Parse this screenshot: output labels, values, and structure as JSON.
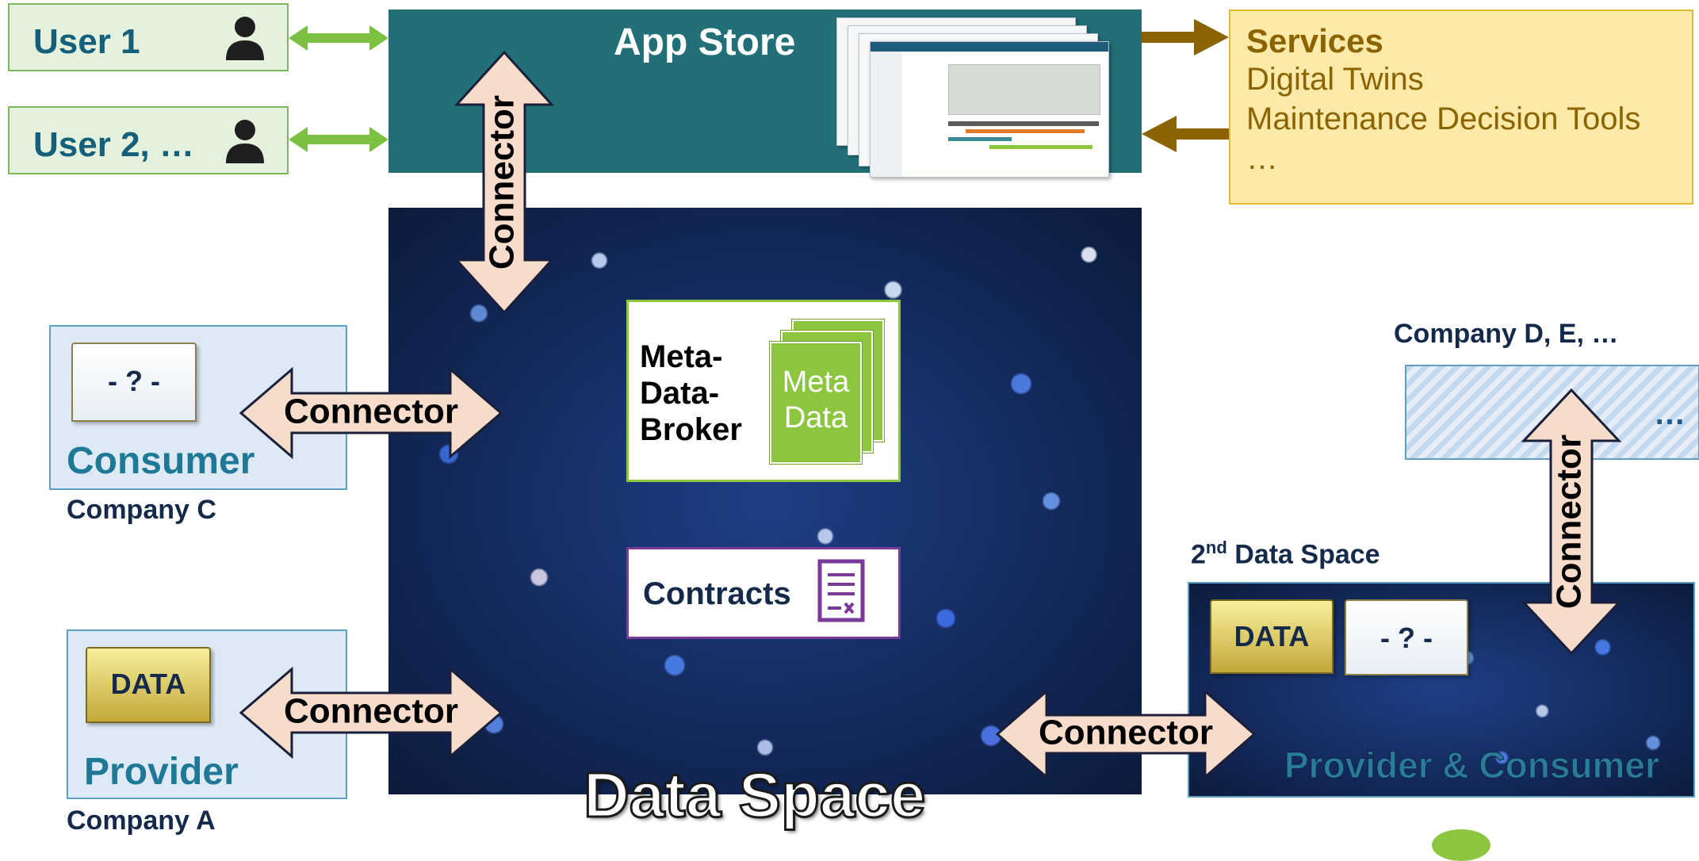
{
  "users": [
    {
      "label": "User 1",
      "icon": "person-icon"
    },
    {
      "label": "User 2, …",
      "icon": "person-icon"
    }
  ],
  "app_store": {
    "title": "App Store"
  },
  "services": {
    "title": "Services",
    "items": [
      "Digital Twins",
      "Maintenance Decision Tools",
      "…"
    ]
  },
  "connector_label": "Connector",
  "consumer": {
    "doc_label": "- ? -",
    "role": "Consumer",
    "company": "Company C"
  },
  "provider": {
    "doc_label": "DATA",
    "role": "Provider",
    "company": "Company A"
  },
  "broker": {
    "label_lines": [
      "Meta-",
      "Data-",
      "Broker"
    ],
    "icon_lines": [
      "Meta",
      "Data"
    ]
  },
  "contracts": {
    "label": "Contracts",
    "icon": "contract-icon"
  },
  "data_space": {
    "title": "Data Space"
  },
  "second_space": {
    "title_prefix": "2",
    "title_sup": "nd",
    "title_suffix": " Data Space",
    "data_label": "DATA",
    "unknown_label": "- ? -",
    "role": "Provider & Consumer"
  },
  "company_d": {
    "label": "Company D, E, …",
    "ellipsis": "…"
  },
  "colors": {
    "teal": "#226f78",
    "navy": "#152a4a",
    "green": "#7bb85a",
    "olive": "#8a6400",
    "gold_border": "#e8b830",
    "connector_fill": "#f7dccb",
    "broker_green": "#8cc63f",
    "contract_purple": "#7a3a9a"
  }
}
